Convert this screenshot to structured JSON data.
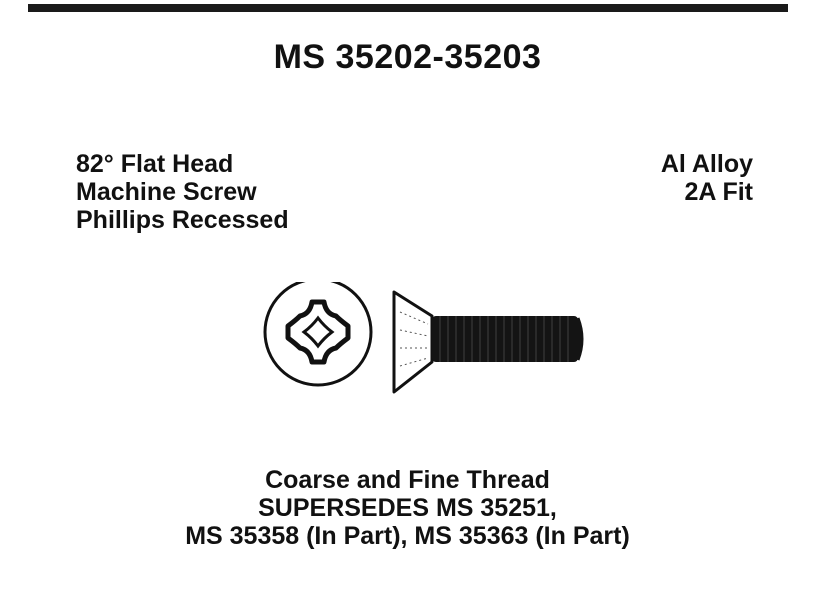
{
  "document": {
    "title": "MS 35202-35203",
    "description_lines": [
      "82° Flat Head",
      "Machine Screw",
      "Phillips Recessed"
    ],
    "material_lines": [
      "Al Alloy",
      "2A Fit"
    ],
    "notes_lines": [
      "Coarse and Fine Thread",
      "SUPERSEDES MS 35251,",
      "MS 35358 (In Part), MS 35363 (In Part)"
    ],
    "figure": {
      "icons": [
        "phillips-head-top-view-icon",
        "flat-head-screw-side-view-icon"
      ]
    },
    "colors": {
      "ink": "#111111",
      "paper": "#ffffff"
    }
  }
}
